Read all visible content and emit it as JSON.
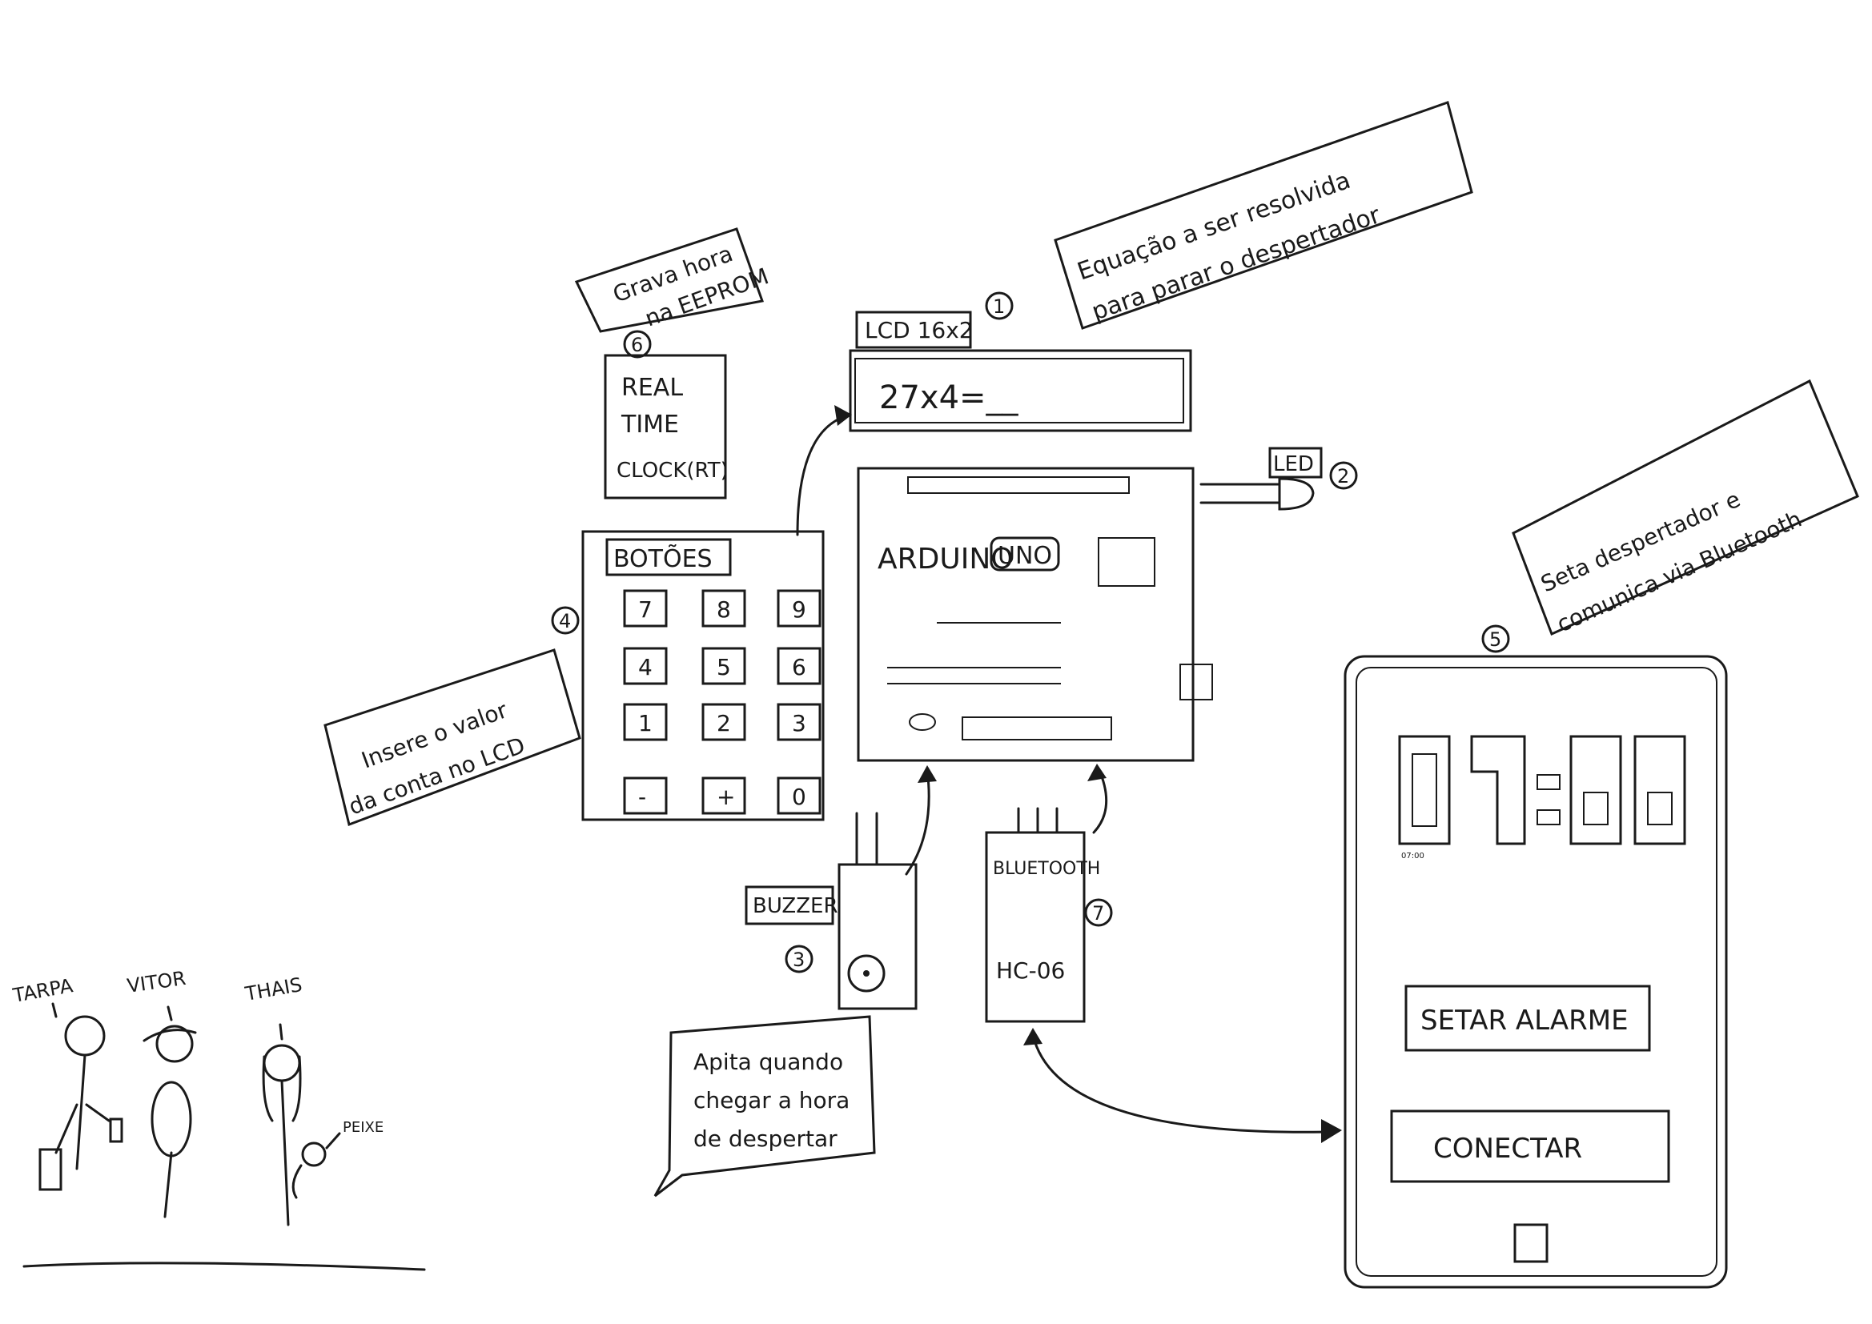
{
  "lcd": {
    "tag": "LCD 16x2",
    "screen": "27x4=__",
    "number": "1"
  },
  "lcd_note": {
    "line1": "Equação a ser resolvida",
    "line2": "para parar o despertador"
  },
  "led": {
    "tag": "LED",
    "number": "2"
  },
  "arduino": {
    "label": "ARDUINO",
    "model": "UNO"
  },
  "rtc": {
    "line1": "REAL",
    "line2": "TIME",
    "line3": "CLOCK(RT)",
    "number": "6"
  },
  "rtc_note": {
    "line1": "Grava hora",
    "line2": "na EEPROM"
  },
  "buttons": {
    "title": "BOTÕES",
    "number": "4",
    "keys": [
      "7",
      "8",
      "9",
      "4",
      "5",
      "6",
      "1",
      "2",
      "3",
      "-",
      "+",
      "0"
    ]
  },
  "buttons_note": {
    "line1": "Insere o valor",
    "line2": "da conta no LCD"
  },
  "buzzer": {
    "tag": "BUZZER",
    "number": "3"
  },
  "buzzer_note": {
    "line1": "Apita quando",
    "line2": "chegar a hora",
    "line3": "de despertar"
  },
  "bluetooth": {
    "line1": "BLUETOOTH",
    "line2": "HC-06",
    "number": "7"
  },
  "phone": {
    "number": "5",
    "clock_digits": "07:00",
    "set_alarm_button": "SETAR ALARME",
    "connect_button": "CONECTAR"
  },
  "phone_note": {
    "line1": "Seta despertador e",
    "line2": "comunica via Bluetooth"
  },
  "people": {
    "p1": "TARPA",
    "p2": "VITOR",
    "p3": "THAIS",
    "pet": "PEIXE"
  }
}
